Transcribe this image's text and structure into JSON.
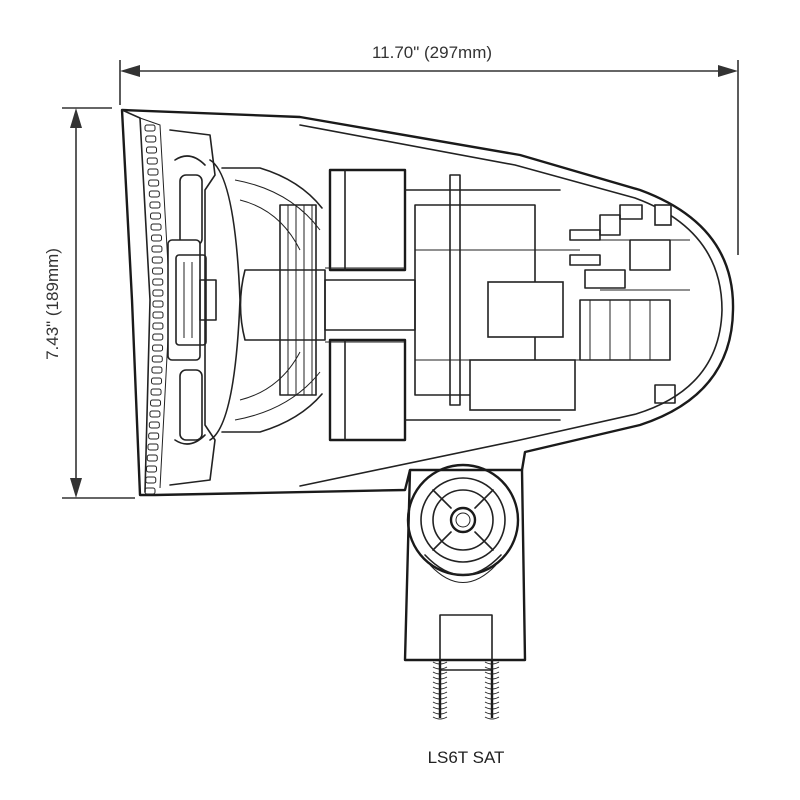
{
  "dimensions": {
    "width_label": "11.70\" (297mm)",
    "height_label": "7.43\" (189mm)"
  },
  "caption": "LS6T SAT",
  "colors": {
    "line": "#222222",
    "background": "#ffffff"
  }
}
